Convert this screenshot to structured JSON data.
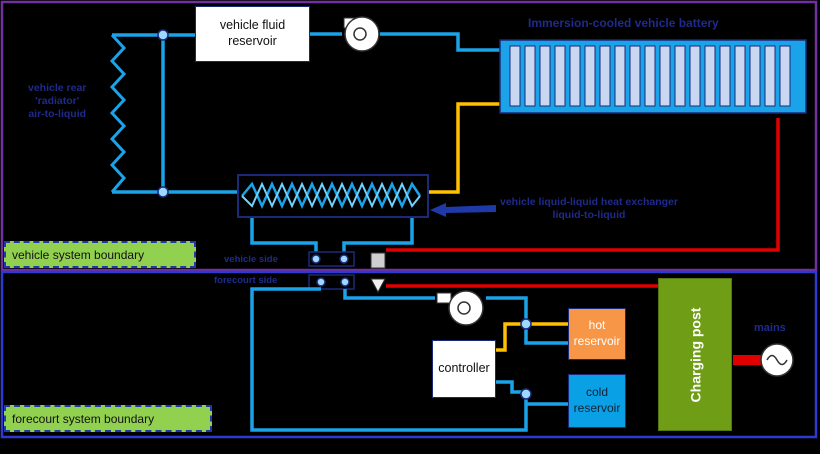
{
  "components": {
    "vehicle_fluid_reservoir": "vehicle fluid\nreservoir",
    "battery": "Immersion-cooled vehicle battery",
    "radiator": "vehicle rear\n'radiator'\nair-to-liquid",
    "heat_exchanger": "vehicle liquid-liquid heat exchanger\nliquid-to-liquid",
    "vehicle_side_port": "vehicle side",
    "forecourt_side_port": "forecourt side",
    "controller": "controller",
    "hot_reservoir": "hot\nreservoir",
    "cold_reservoir": "cold\nreservoir",
    "charging_post": "Charging post",
    "mains": "mains"
  },
  "boundaries": {
    "vehicle": "vehicle system boundary",
    "forecourt": "forecourt system boundary"
  },
  "colors": {
    "cold_line": "#1aa3e8",
    "hot_line": "#ffc000",
    "power_line": "#e00000",
    "boundary_vehicle": "#7030a0",
    "boundary_forecourt": "#2e3acf"
  }
}
